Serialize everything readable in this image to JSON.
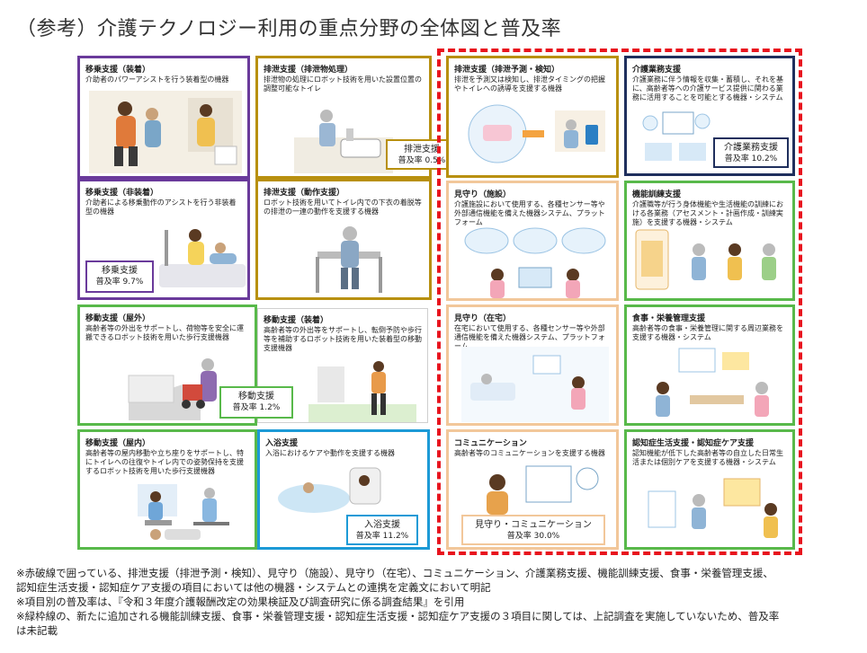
{
  "title": "（参考）介護テクノロジー利用の重点分野の全体図と普及率",
  "cells": {
    "ijou_souchaku": {
      "title": "移乗支援（装着）",
      "desc": "介助者のパワーアシストを行う装着型の機器"
    },
    "ijou_hisouchaku": {
      "title": "移乗支援（非装着）",
      "desc": "介助者による移乗動作のアシストを行う非装着型の機器"
    },
    "haisetsu_shori": {
      "title": "排泄支援（排泄物処理）",
      "desc": "排泄物の処理にロボット技術を用いた設置位置の調整可能なトイレ"
    },
    "haisetsu_dousa": {
      "title": "排泄支援（動作支援）",
      "desc": "ロボット技術を用いてトイレ内での下衣の着脱等の排泄の一連の動作を支援する機器"
    },
    "idou_okugai": {
      "title": "移動支援（屋外）",
      "desc": "高齢者等の外出をサポートし、荷物等を安全に運搬できるロボット技術を用いた歩行支援機器"
    },
    "idou_souchaku": {
      "title": "移動支援（装着）",
      "desc": "高齢者等の外出等をサポートし、転倒予防や歩行等を補助するロボット技術を用いた装着型の移動支援機器"
    },
    "idou_okunai": {
      "title": "移動支援（屋内）",
      "desc": "高齢者等の屋内移動や立ち座りをサポートし、特にトイレへの往復やトイレ内での姿勢保持を支援するロボット技術を用いた歩行支援機器"
    },
    "nyuyoku": {
      "title": "入浴支援",
      "desc": "入浴におけるケアや動作を支援する機器"
    },
    "haisetsu_yosoku": {
      "title": "排泄支援（排泄予測・検知）",
      "desc": "排泄を予測又は検知し、排泄タイミングの把握やトイレへの誘導を支援する機器"
    },
    "mimamori_shisetsu": {
      "title": "見守り（施設）",
      "desc": "介護施設において使用する、各種センサー等や外部通信機能を備えた機器システム、プラットフォーム"
    },
    "mimamori_zaitaku": {
      "title": "見守り（在宅）",
      "desc": "在宅において使用する、各種センサー等や外部通信機能を備えた機器システム、プラットフォーム"
    },
    "comm": {
      "title": "コミュニケーション",
      "desc": "高齢者等のコミュニケーションを支援する機器"
    },
    "kaigo_gyomu": {
      "title": "介護業務支援",
      "desc": "介護業務に伴う情報を収集・蓄積し、それを基に、高齢者等への介護サービス提供に関わる業務に活用することを可能とする機器・システム"
    },
    "kinou_kunren": {
      "title": "機能訓練支援",
      "desc": "介護職等が行う身体機能や生活機能の訓練における各業務（アセスメント・計画作成・訓練実施）を支援する機器・システム"
    },
    "shokuji": {
      "title": "食事・栄養管理支援",
      "desc": "高齢者等の食事・栄養管理に関する周辺業務を支援する機器・システム"
    },
    "ninchisho": {
      "title": "認知症生活支援・認知症ケア支援",
      "desc": "認知機能が低下した高齢者等の自立した日常生活または個別ケアを支援する機器・システム"
    }
  },
  "badges": {
    "haisetsu": {
      "label": "排泄支援",
      "rate": "普及率 0.5%"
    },
    "ijou": {
      "label": "移乗支援",
      "rate": "普及率 9.7%"
    },
    "idou": {
      "label": "移動支援",
      "rate": "普及率 1.2%"
    },
    "nyuyoku": {
      "label": "入浴支援",
      "rate": "普及率 11.2%"
    },
    "mimamori": {
      "label": "見守り・コミュニケーション",
      "rate": "普及率 30.0%"
    },
    "kaigo": {
      "label": "介護業務支援",
      "rate": "普及率 10.2%"
    }
  },
  "notes": [
    "※赤破線で囲っている、排泄支援（排泄予測・検知）、見守り（施設）、見守り（在宅）、コミュニケーション、介護業務支援、機能訓練支援、食事・栄養管理支援、",
    "認知症生活支援・認知症ケア支援の項目においては他の機器・システムとの連携を定義文において明記",
    "※項目別の普及率は、『令和３年度介護報酬改定の効果検証及び調査研究に係る調査結果』を引用",
    "※緑枠線の、新たに追加される機能訓練支援、食事・栄養管理支援・認知症生活支援・認知症ケア支援の３項目に関しては、上記調査を実施していないため、普及率",
    "は未記載"
  ],
  "colors": {
    "purple": "#6a3a9b",
    "gold": "#b8900f",
    "green": "#58b94a",
    "blue": "#1c9ad6",
    "navy": "#1f2f5d",
    "peach": "#f2c79a",
    "red": "#e8141e"
  }
}
